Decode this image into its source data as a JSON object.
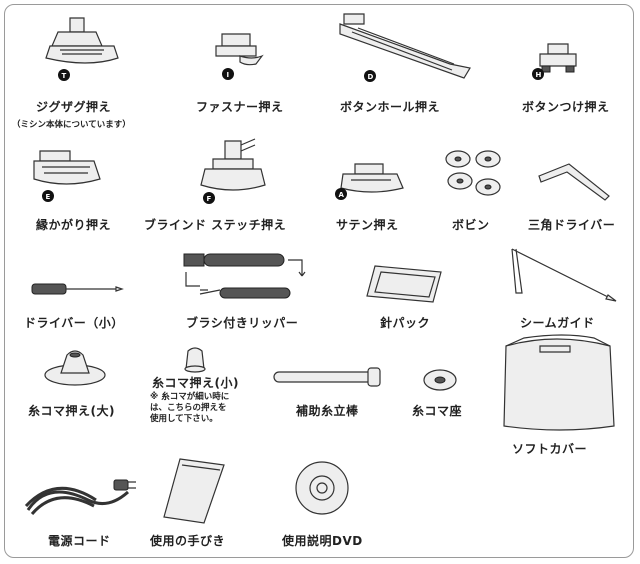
{
  "items": {
    "zigzag": {
      "label": "ジグザグ押え",
      "note": "（ミシン本体についています）",
      "badge": "T"
    },
    "zipper": {
      "label": "ファスナー押え",
      "badge": "I"
    },
    "buttonhole": {
      "label": "ボタンホール押え",
      "badge": "D"
    },
    "button_sew": {
      "label": "ボタンつけ押え",
      "badge": "H"
    },
    "overcast": {
      "label": "縁かがり押え",
      "badge": "E"
    },
    "blind": {
      "label": "ブラインド ステッチ押え",
      "badge": "F"
    },
    "satin": {
      "label": "サテン押え",
      "badge": "A"
    },
    "bobbin": {
      "label": "ボビン"
    },
    "tri_driver": {
      "label": "三角ドライバー"
    },
    "driver_small": {
      "label": "ドライバー（小）"
    },
    "brush_ripper": {
      "label": "ブラシ付きリッパー"
    },
    "needle_pack": {
      "label": "針パック"
    },
    "seam_guide": {
      "label": "シームガイド"
    },
    "spool_large": {
      "label": "糸コマ押え(大)"
    },
    "spool_small": {
      "label": "糸コマ押え(小)",
      "note": "※ 糸コマが細い時に\nは、こちらの押えを\n使用して下さい。"
    },
    "aux_pin": {
      "label": "補助糸立棒"
    },
    "spool_seat": {
      "label": "糸コマ座"
    },
    "soft_cover": {
      "label": "ソフトカバー"
    },
    "power_cord": {
      "label": "電源コード"
    },
    "manual": {
      "label": "使用の手びき"
    },
    "dvd": {
      "label": "使用説明DVD"
    }
  }
}
